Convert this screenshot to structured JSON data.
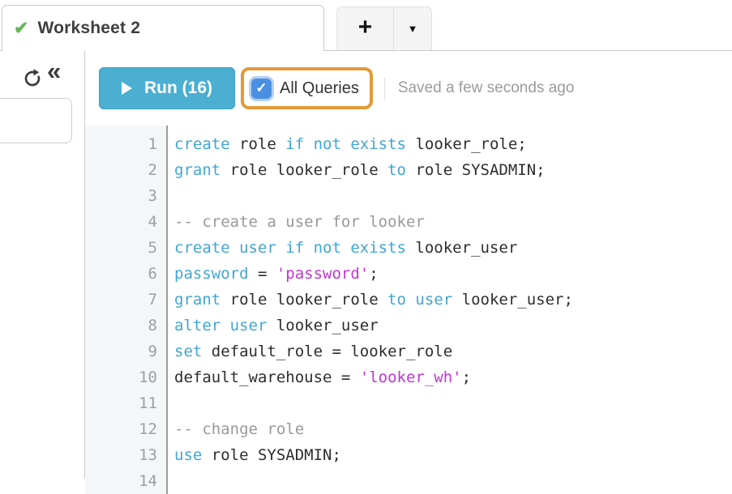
{
  "tabbar": {
    "tab_label": "Worksheet 2",
    "tab_status_icon": "green-check",
    "check_glyph": "✔",
    "new_tab_button": "+",
    "tab_menu_button": "▼"
  },
  "sidebar": {
    "collapse_glyph": "«"
  },
  "toolbar": {
    "run_label": "Run (16)",
    "all_queries_label": "All Queries",
    "checkbox_checked": true,
    "check_glyph": "✓",
    "saved_status": "Saved a few seconds ago"
  },
  "colors": {
    "keyword": "#41a6d3",
    "string": "#bf36d6",
    "comment": "#999999",
    "plain_text": "#2d2d2d",
    "run_button": "#4bafd2",
    "highlight_orange": "#e29b38",
    "checkbox_blue": "#4a90e2",
    "tab_check_green": "#68b55b"
  },
  "editor": {
    "language": "sql",
    "lines": [
      {
        "no": "1",
        "segments": [
          {
            "text": "create",
            "type": "keyword"
          },
          {
            "text": " role ",
            "type": "plain"
          },
          {
            "text": "if not exists",
            "type": "keyword"
          },
          {
            "text": " looker_role;",
            "type": "plain"
          }
        ]
      },
      {
        "no": "2",
        "segments": [
          {
            "text": "grant",
            "type": "keyword"
          },
          {
            "text": " role looker_role ",
            "type": "plain"
          },
          {
            "text": "to",
            "type": "keyword"
          },
          {
            "text": " role SYSADMIN;",
            "type": "plain"
          }
        ]
      },
      {
        "no": "3",
        "segments": []
      },
      {
        "no": "4",
        "segments": [
          {
            "text": "-- create a user for looker",
            "type": "comment"
          }
        ]
      },
      {
        "no": "5",
        "segments": [
          {
            "text": "create user if not exists",
            "type": "keyword"
          },
          {
            "text": " looker_user",
            "type": "plain"
          }
        ]
      },
      {
        "no": "6",
        "segments": [
          {
            "text": "password",
            "type": "keyword"
          },
          {
            "text": " = ",
            "type": "plain"
          },
          {
            "text": "'password'",
            "type": "string"
          },
          {
            "text": ";",
            "type": "plain"
          }
        ]
      },
      {
        "no": "7",
        "segments": [
          {
            "text": "grant",
            "type": "keyword"
          },
          {
            "text": " role looker_role ",
            "type": "plain"
          },
          {
            "text": "to user",
            "type": "keyword"
          },
          {
            "text": " looker_user;",
            "type": "plain"
          }
        ]
      },
      {
        "no": "8",
        "segments": [
          {
            "text": "alter user",
            "type": "keyword"
          },
          {
            "text": " looker_user",
            "type": "plain"
          }
        ]
      },
      {
        "no": "9",
        "segments": [
          {
            "text": "set",
            "type": "keyword"
          },
          {
            "text": " default_role = looker_role",
            "type": "plain"
          }
        ]
      },
      {
        "no": "10",
        "segments": [
          {
            "text": "default_warehouse = ",
            "type": "plain"
          },
          {
            "text": "'looker_wh'",
            "type": "string"
          },
          {
            "text": ";",
            "type": "plain"
          }
        ]
      },
      {
        "no": "11",
        "segments": []
      },
      {
        "no": "12",
        "segments": [
          {
            "text": "-- change role",
            "type": "comment"
          }
        ]
      },
      {
        "no": "13",
        "segments": [
          {
            "text": "use",
            "type": "keyword"
          },
          {
            "text": " role SYSADMIN;",
            "type": "plain"
          }
        ]
      },
      {
        "no": "14",
        "segments": []
      }
    ]
  }
}
